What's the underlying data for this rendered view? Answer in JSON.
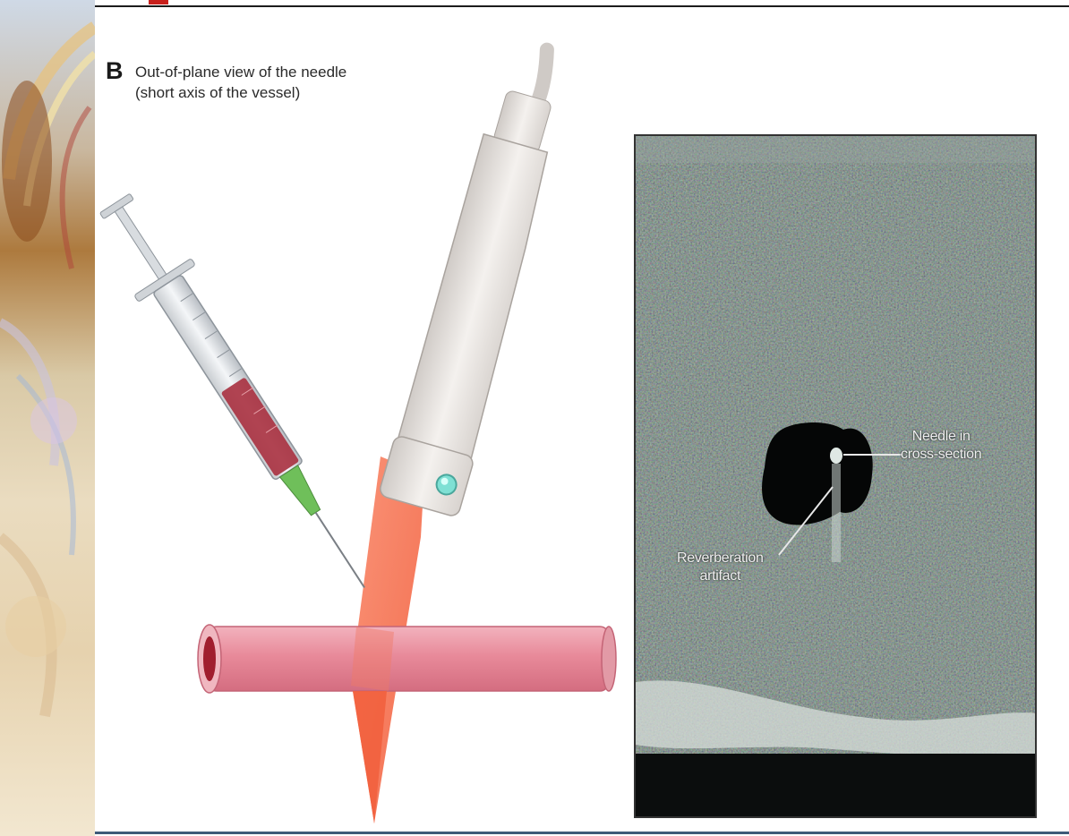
{
  "figure": {
    "panel_letter": "B",
    "title_line1": "Out-of-plane view of the needle",
    "title_line2": "(short axis of the vessel)"
  },
  "ultrasound": {
    "needle_label_line1": "Needle in",
    "needle_label_line2": "cross-section",
    "artifact_label_line1": "Reverberation",
    "artifact_label_line2": "artifact"
  },
  "colors": {
    "vessel": "#e88a9a",
    "beam": "#f46a4a",
    "blood": "#a01e2e",
    "needle_hub": "#6fbf5a",
    "probe": "#e8e4e0",
    "accent_rule": "#c8201c"
  }
}
